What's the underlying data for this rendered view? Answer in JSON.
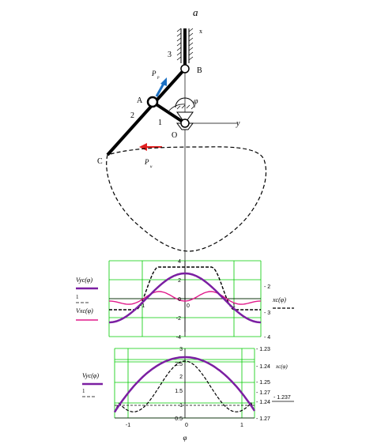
{
  "mechanism": {
    "title": "a",
    "point_labels": {
      "A": "A",
      "B": "B",
      "C": "C",
      "O": "O"
    },
    "link_labels": {
      "l1": "1",
      "l2": "2",
      "l3": "3"
    },
    "axis_labels": {
      "x": "x",
      "y": "y"
    },
    "angle_label": "φ",
    "force_labels": {
      "pp_main": "P",
      "pp_sub": "p",
      "pu_main": "P",
      "pu_sub": "u"
    },
    "colors": {
      "link": "#000000",
      "pp_arrow": "#1a6fc2",
      "pu_arrow": "#e02020",
      "trajectory": "#000000"
    }
  },
  "chart_data": [
    {
      "type": "line",
      "x_ticks": [
        "-1",
        "0",
        "1"
      ],
      "y_ticks_left": [
        "4",
        "2",
        "0",
        "-2",
        "-4"
      ],
      "y_ticks_right": [
        "- 2",
        "- 3",
        "- 4"
      ],
      "legend_left": [
        {
          "text": "Vyc(φ)",
          "color": "#7b1fa2"
        },
        {
          "text": "1",
          "color": "#000000"
        },
        {
          "text": "Vxc(φ)",
          "color": "#e0198a"
        }
      ],
      "legend_right": [
        {
          "text": "xc(φ)",
          "color": "#000000"
        }
      ],
      "colors": {
        "grid": "#00cc00",
        "vyc": "#7b1fa2",
        "vxc": "#e0198a",
        "xc": "#000000",
        "line1": "#000000"
      }
    },
    {
      "type": "line",
      "x_ticks": [
        "-1",
        "0",
        "1"
      ],
      "xlabel": "φ",
      "y_ticks_left": [
        "3",
        "2.5",
        "2",
        "1.5",
        "1",
        "0.5"
      ],
      "y_ticks_right": [
        "- 1.23",
        "- 1.24",
        "- 1.25",
        "- 1.27",
        "- 1.24",
        "- 1.27"
      ],
      "right_extra": [
        "xc(φ)",
        "- 1.237"
      ],
      "legend_left": [
        {
          "text": "Vyc(φ)",
          "color": "#7b1fa2"
        },
        {
          "text": "1",
          "color": "#000000"
        }
      ],
      "colors": {
        "grid": "#00cc00",
        "vyc": "#7b1fa2",
        "xc": "#000000",
        "line1": "#000000"
      }
    }
  ]
}
